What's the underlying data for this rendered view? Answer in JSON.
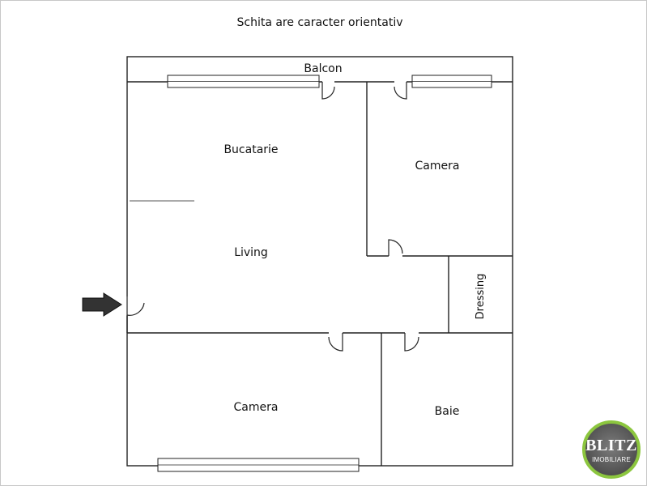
{
  "title": "Schita are caracter orientativ",
  "rooms": {
    "balcon": "Balcon",
    "bucatarie": "Bucatarie",
    "camera_top": "Camera",
    "living": "Living",
    "dressing": "Dressing",
    "camera_bottom": "Camera",
    "baie": "Baie"
  },
  "logo": {
    "line1": "BLITZ",
    "line2": "IMOBILIARE"
  },
  "colors": {
    "logo_ring": "#8cc63f",
    "wall": "#222222",
    "entry_arrow": "#333333"
  },
  "icons": {
    "entry": "entry-arrow-icon",
    "logo": "blitz-logo-icon"
  }
}
